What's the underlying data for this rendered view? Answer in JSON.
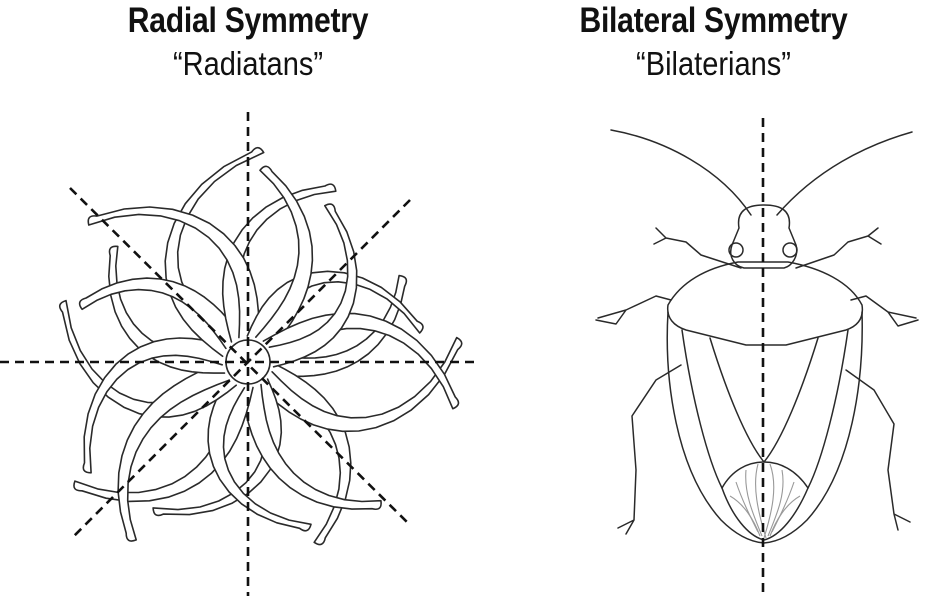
{
  "radial": {
    "title": "Radial Symmetry",
    "subtitle": "“Radiatans”"
  },
  "bilateral": {
    "title": "Bilateral Symmetry",
    "subtitle": "“Bilaterians”"
  },
  "colors": {
    "ink": "#111111",
    "line": "#2a2a2a",
    "wing_membrane": "#999999"
  }
}
